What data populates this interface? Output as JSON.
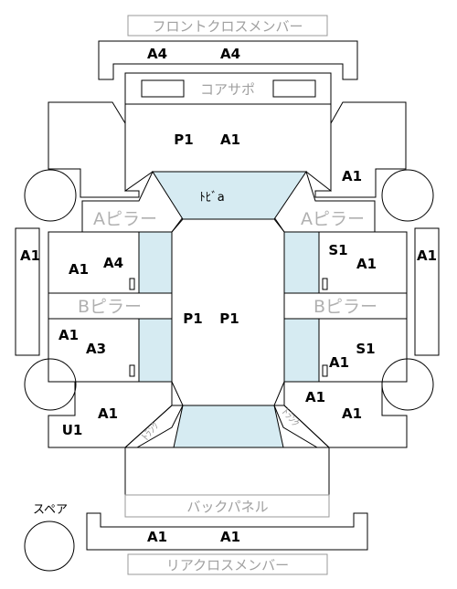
{
  "labels": {
    "front_cross_member": "フロントクロスメンバー",
    "core_support": "コアサポ",
    "a_pillar_left": "Aピラー",
    "a_pillar_right": "Aピラー",
    "b_pillar_left": "Bピラー",
    "b_pillar_right": "Bピラー",
    "back_panel": "バックパネル",
    "rear_cross_member": "リアクロスメンバー",
    "roof": "ﾄﾋﾞa",
    "spare": "スペア",
    "trunk_left": "ﾄﾗﾝｸ",
    "trunk_right": "ﾄﾗﾝｸ"
  },
  "codes": {
    "front_cm_left": "A4",
    "front_cm_right": "A4",
    "hood_left": "P1",
    "hood_right": "A1",
    "right_front_fender": "A1",
    "left_rocker": "A1",
    "right_rocker": "A1",
    "left_front_door_1": "A1",
    "left_front_door_2": "A4",
    "right_front_door_1": "S1",
    "right_front_door_2": "A1",
    "roof_left": "P1",
    "roof_right": "P1",
    "left_rear_door_1": "A1",
    "left_rear_door_2": "A3",
    "right_rear_door_1": "S1",
    "right_rear_door_2": "A1",
    "left_quarter_1": "A1",
    "left_quarter_2": "U1",
    "right_quarter_1": "A1",
    "right_quarter_2": "A1",
    "rear_cm_left": "A1",
    "rear_cm_right": "A1"
  }
}
